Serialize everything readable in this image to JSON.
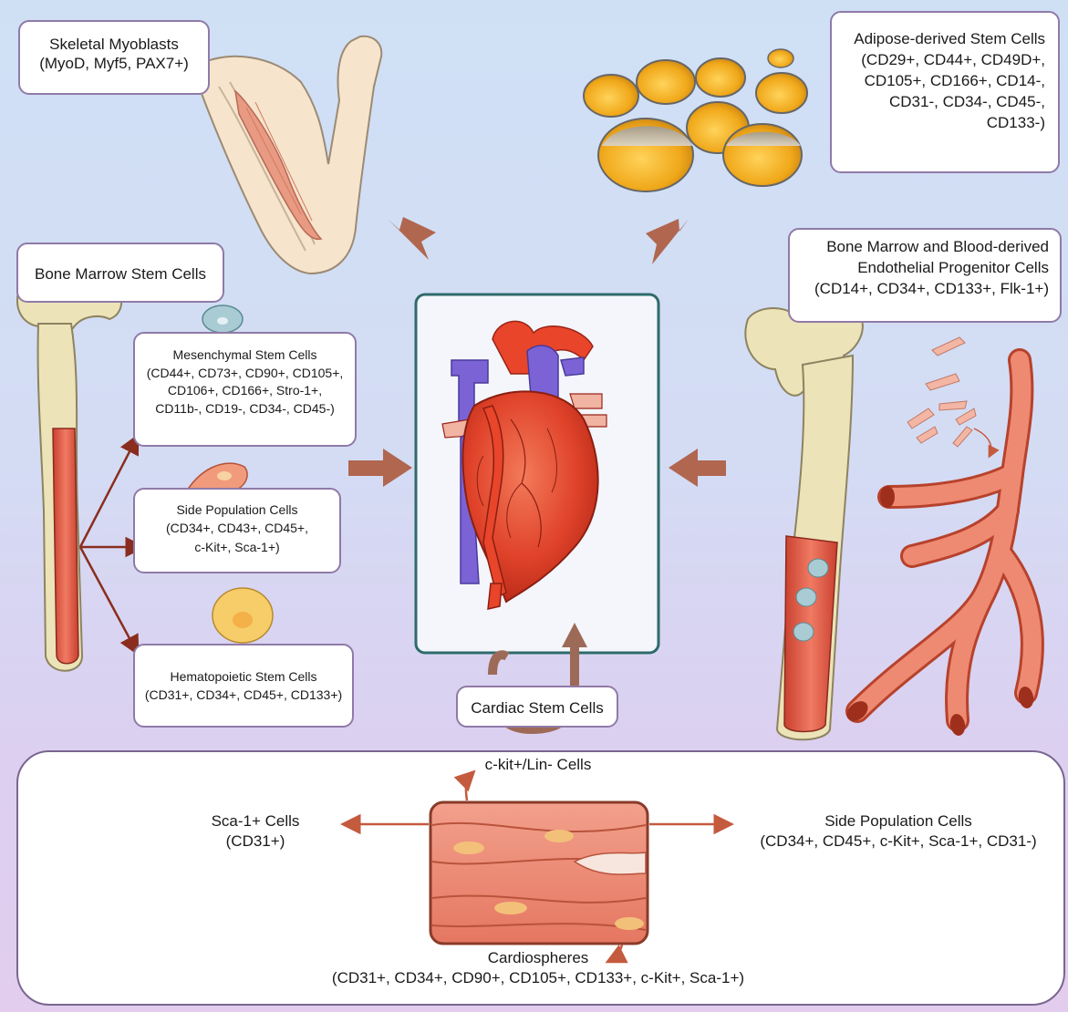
{
  "skeletal": {
    "title": "Skeletal Myoblasts",
    "markers": "(MyoD, Myf5, PAX7+)"
  },
  "adipose": {
    "title": "Adipose-derived Stem Cells",
    "lines": [
      "(CD29+, CD44+, CD49D+,",
      "CD105+, CD166+, CD14-,",
      "CD31-, CD34-, CD45-,",
      "CD133-)"
    ]
  },
  "bone_marrow": {
    "title": "Bone Marrow Stem Cells"
  },
  "mesenchymal": {
    "title": "Mesenchymal Stem Cells",
    "lines": [
      "(CD44+, CD73+, CD90+, CD105+,",
      "CD106+, CD166+, Stro-1+,",
      "CD11b-, CD19-, CD34-, CD45-)"
    ]
  },
  "side_population_left": {
    "title": "Side Population Cells",
    "lines": [
      "(CD34+, CD43+, CD45+,",
      "c-Kit+, Sca-1+)"
    ]
  },
  "hematopoietic": {
    "title": "Hematopoietic Stem Cells",
    "markers": "(CD31+, CD34+, CD45+, CD133+)"
  },
  "epc": {
    "title_line1": "Bone Marrow and Blood-derived",
    "title_line2": "Endothelial Progenitor Cells",
    "markers": "(CD14+, CD34+, CD133+, Flk-1+)"
  },
  "cardiac": {
    "title": "Cardiac Stem Cells"
  },
  "bottom": {
    "ckit": "c-kit+/Lin- Cells",
    "sca1_title": "Sca-1+ Cells",
    "sca1_markers": "(CD31+)",
    "side_title": "Side Population Cells",
    "side_markers": "(CD34+, CD45+, c-Kit+, Sca-1+, CD31-)",
    "cardiospheres_title": "Cardiospheres",
    "cardiospheres_markers": "(CD31+, CD34+, CD90+, CD105+, CD133+, c-Kit+, Sca-1+)"
  },
  "colors": {
    "arrow": "#b0664f",
    "thin_arrow": "#8a2d1e",
    "bone": "#ece3b8",
    "marrow": "#e2614c",
    "heart_red": "#e8452a",
    "vessel_blue": "#7b63d6",
    "fat_yellow": "#f4b323",
    "frame_teal": "#2e6b6b"
  }
}
